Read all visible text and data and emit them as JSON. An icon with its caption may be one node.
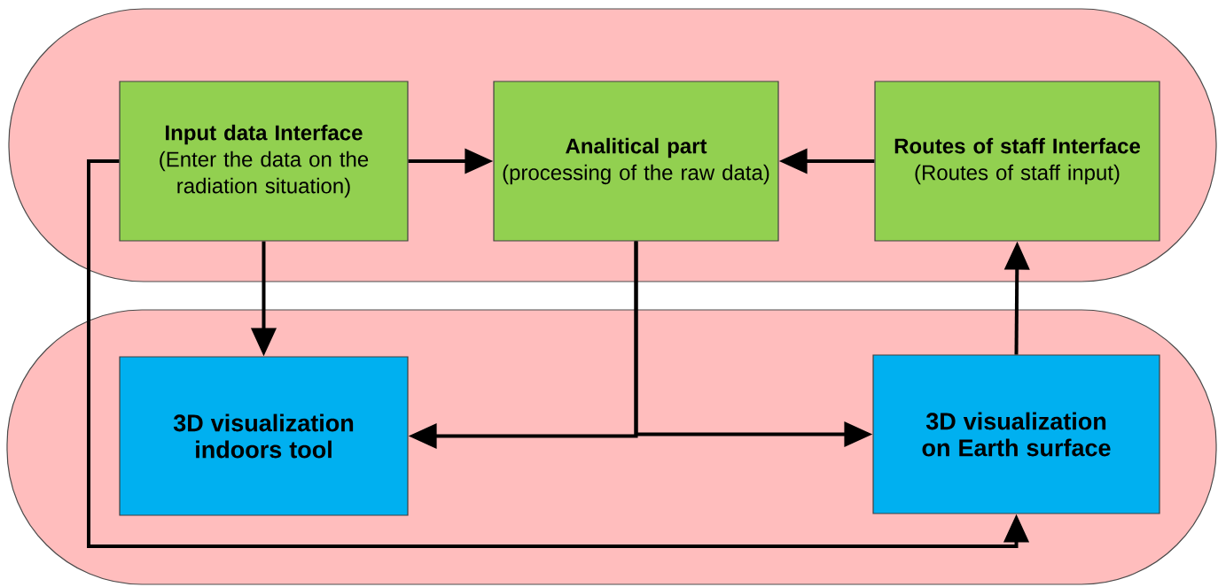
{
  "diagram": {
    "nodes": [
      {
        "text": [],
        "shape": "band"
      },
      {
        "text": [],
        "shape": "band"
      },
      {
        "text": [
          "Input data Interface",
          "(Enter the data on the radiation situation)"
        ],
        "in": 0
      },
      {
        "text": [
          "Analitical part",
          "(processing of the raw data)"
        ],
        "in": 0
      },
      {
        "text": [
          "Routes of staff Interface",
          "(Routes of staff input)"
        ],
        "in": 0
      },
      {
        "text": [
          "3D visualization indoors tool"
        ],
        "in": 1
      },
      {
        "text": [
          "3D visualization on Earth surface"
        ],
        "in": 1
      }
    ],
    "edges": [
      {
        "from": 2,
        "to": 3,
        "arrow": "to"
      },
      {
        "from": 4,
        "to": 3,
        "arrow": "to"
      },
      {
        "from": 2,
        "to": 5,
        "arrow": "to"
      },
      {
        "from": 3,
        "to": 5,
        "arrow": "to"
      },
      {
        "from": 3,
        "to": 6,
        "arrow": "to"
      },
      {
        "from": 6,
        "to": 4,
        "arrow": "to"
      },
      {
        "from": 2,
        "to": 6,
        "arrow": "to"
      }
    ]
  }
}
